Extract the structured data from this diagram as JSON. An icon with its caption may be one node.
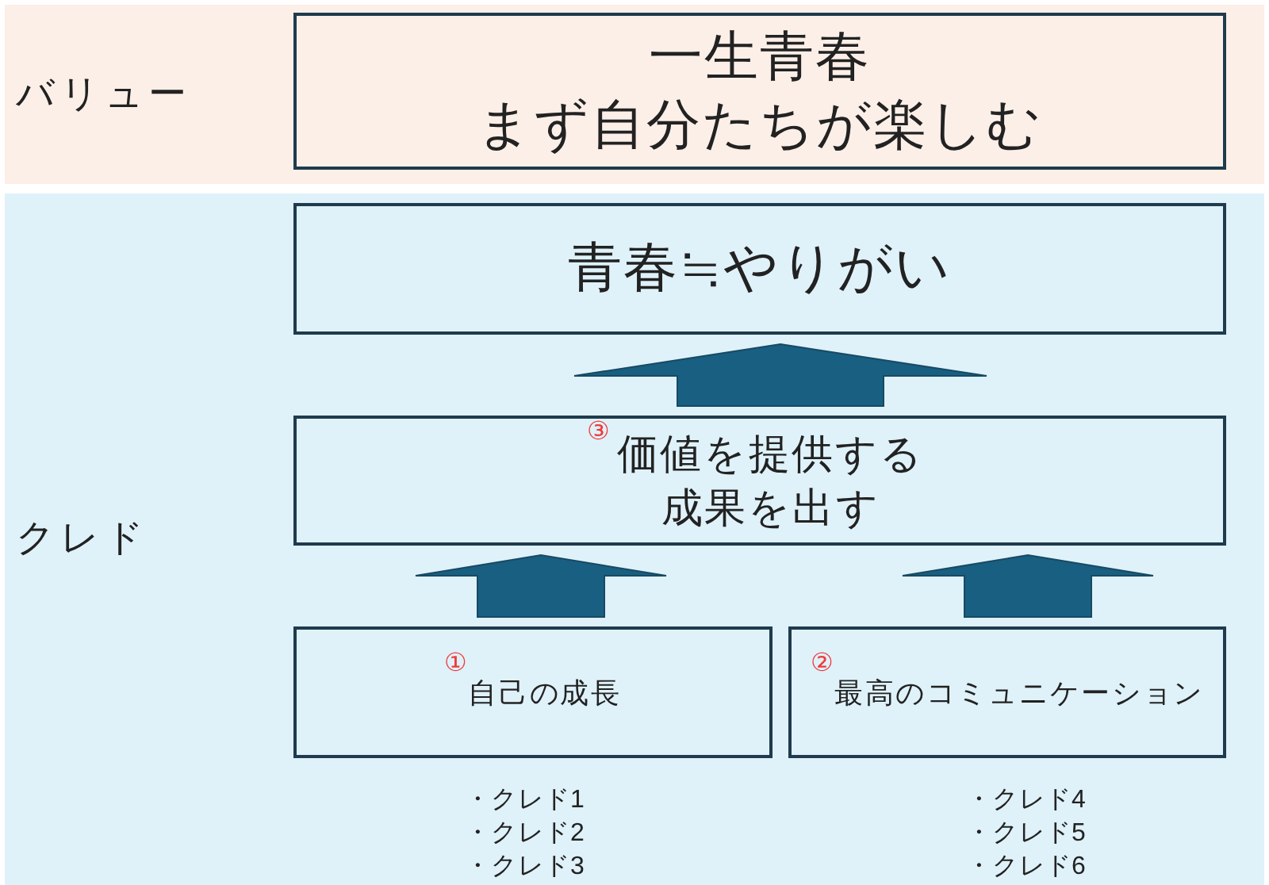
{
  "diagram": {
    "nodes": [
      {
        "text": [
          "バリュー"
        ]
      },
      {
        "text": [
          "一生青春",
          "まず自分たちが楽しむ"
        ],
        "in": 0
      },
      {
        "text": [
          "クレド"
        ]
      },
      {
        "text": [
          "青春≒やりがい"
        ],
        "in": 2
      },
      {
        "text": [
          "③",
          "価値を提供する成果を出す"
        ],
        "in": 2
      },
      {
        "text": [
          "①",
          "自己の成長"
        ],
        "in": 2,
        "beside": [
          "・クレド1",
          "・クレド2",
          "・クレド3"
        ]
      },
      {
        "text": [
          "②",
          "最高のコミュニケーション"
        ],
        "in": 2,
        "beside": [
          "・クレド4",
          "・クレド5",
          "・クレド6"
        ]
      }
    ],
    "edges": [
      {
        "from": 4,
        "to": 3,
        "arrow": "to"
      },
      {
        "from": 5,
        "to": 4,
        "arrow": "to"
      },
      {
        "from": 6,
        "to": 4,
        "arrow": "to"
      }
    ]
  }
}
